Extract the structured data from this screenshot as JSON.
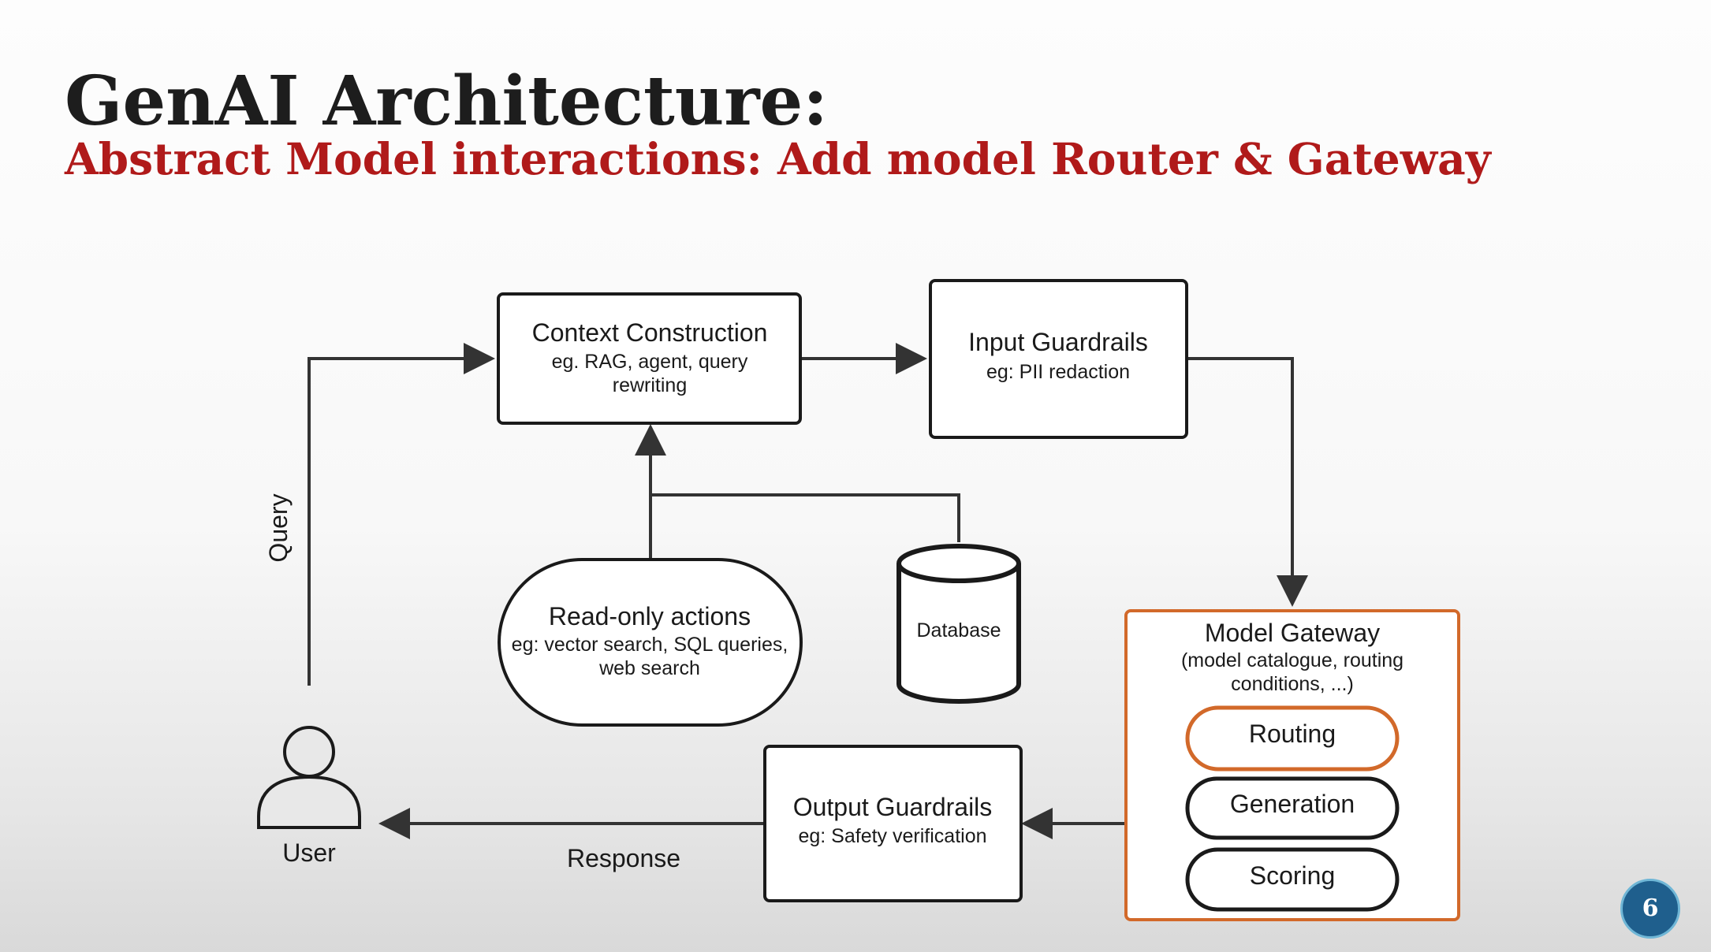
{
  "slide": {
    "title": "GenAI Architecture:",
    "subtitle": "Abstract Model interactions: Add model Router & Gateway",
    "page_number": "6"
  },
  "diagram": {
    "context": {
      "title": "Context Construction",
      "line1": "eg. RAG, agent, query",
      "line2": "rewriting"
    },
    "input_guardrails": {
      "title": "Input Guardrails",
      "line1": "eg: PII redaction"
    },
    "read_only": {
      "title": "Read-only actions",
      "line1": "eg: vector search, SQL queries,",
      "line2": "web search"
    },
    "database": {
      "title": "Database"
    },
    "gateway": {
      "title": "Model Gateway",
      "line1": "(model catalogue, routing",
      "line2": "conditions, ...)",
      "routing": "Routing",
      "generation": "Generation",
      "scoring": "Scoring"
    },
    "output_guardrails": {
      "title": "Output Guardrails",
      "line1": "eg: Safety verification"
    },
    "user": {
      "label": "User"
    },
    "query_label": "Query",
    "response_label": "Response"
  },
  "colors": {
    "title": "#1d1d1d",
    "subtitle": "#b01a1a",
    "gateway_accent": "#d2692a",
    "badge": "#1f5f8d"
  }
}
